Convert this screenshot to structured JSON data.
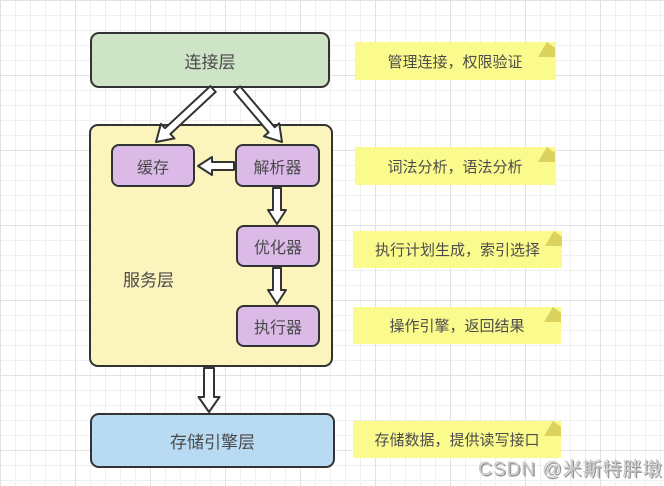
{
  "diagram": {
    "layers": {
      "connection": {
        "label": "连接层"
      },
      "service": {
        "label": "服务层"
      },
      "storage": {
        "label": "存储引擎层"
      }
    },
    "components": {
      "cache": {
        "label": "缓存"
      },
      "parser": {
        "label": "解析器"
      },
      "optimizer": {
        "label": "优化器"
      },
      "executor": {
        "label": "执行器"
      }
    },
    "edges": [
      {
        "from": "连接层",
        "to": "缓存"
      },
      {
        "from": "连接层",
        "to": "解析器"
      },
      {
        "from": "解析器",
        "to": "缓存"
      },
      {
        "from": "解析器",
        "to": "优化器"
      },
      {
        "from": "优化器",
        "to": "执行器"
      },
      {
        "from": "服务层",
        "to": "存储引擎层"
      }
    ]
  },
  "annotations": [
    {
      "text": "管理连接，权限验证"
    },
    {
      "text": "词法分析，语法分析"
    },
    {
      "text": "执行计划生成，索引选择"
    },
    {
      "text": "操作引擎，返回结果"
    },
    {
      "text": "存储数据，提供读写接口"
    }
  ],
  "watermark": {
    "text": "CSDN @米斯特胖墩"
  },
  "colors": {
    "connection_fill": "#cde4c6",
    "service_fill": "#fbf4bd",
    "component_fill": "#dbbae8",
    "storage_fill": "#b8dbf3",
    "note_fill": "#fbfa8d",
    "note_fold": "#dcd35e",
    "stroke": "#333333"
  }
}
